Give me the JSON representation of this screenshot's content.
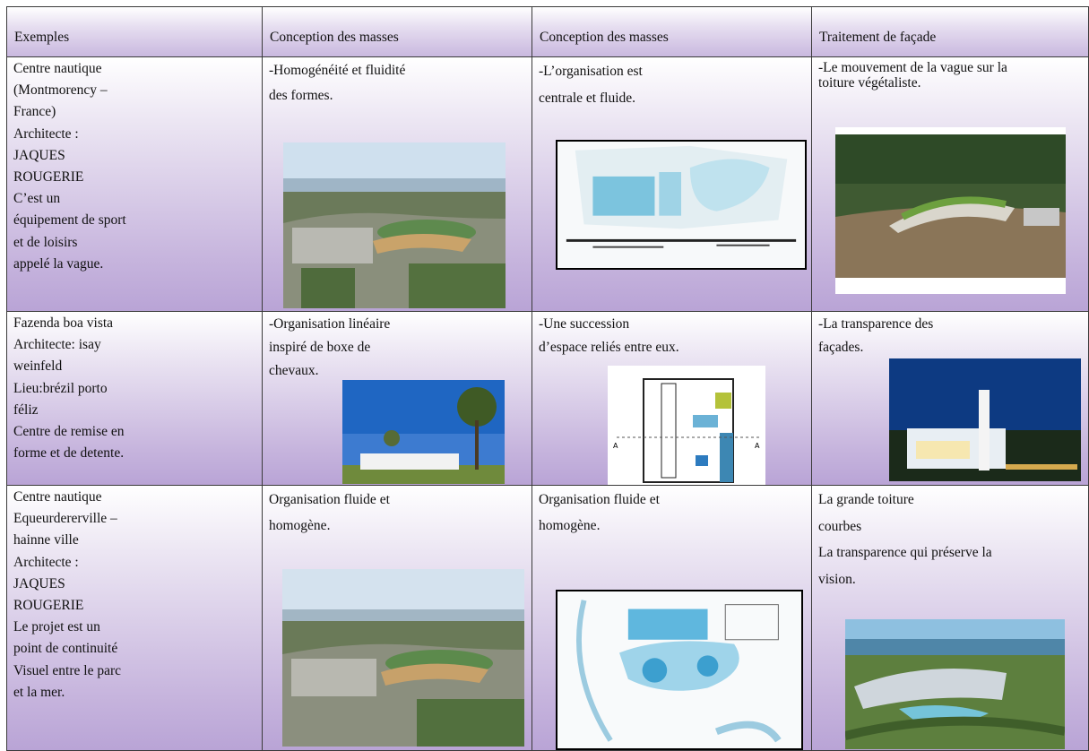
{
  "headers": [
    "Exemples",
    "Conception des masses",
    "Conception des masses",
    "Traitement de façade"
  ],
  "rows": [
    {
      "example": [
        "Centre nautique",
        "(Montmorency –",
        "France)",
        "Architecte :",
        "JAQUES",
        "ROUGERIE",
        "C’est un",
        "équipement de sport",
        "et de loisirs",
        "appelé la vague."
      ],
      "masses1": [
        "-Homogénéité et fluidité",
        "des formes."
      ],
      "masses2": [
        "-L’organisation est",
        "centrale et fluide."
      ],
      "facade": [
        "-Le mouvement de la vague sur la",
        "toiture végétaliste."
      ]
    },
    {
      "example": [
        "Fazenda boa vista",
        "Architecte: isay",
        "weinfeld",
        "Lieu:brézil porto",
        "féliz",
        "Centre de remise en",
        "forme et de detente."
      ],
      "masses1": [
        "-Organisation linéaire",
        "inspiré de boxe de",
        "chevaux."
      ],
      "masses2": [
        "-Une succession",
        "d’espace reliés entre eux."
      ],
      "facade": [
        "-La transparence des",
        "façades."
      ]
    },
    {
      "example": [
        "Centre nautique",
        "Equeurdererville –",
        "hainne ville",
        "Architecte :",
        "JAQUES",
        "ROUGERIE",
        "Le projet est un",
        "point de continuité",
        "Visuel entre le parc",
        "et la mer."
      ],
      "masses1": [
        "Organisation fluide et",
        "homogène."
      ],
      "masses2": [
        "Organisation fluide et",
        "homogène."
      ],
      "facade": [
        "La grande toiture",
        "courbes",
        "La transparence qui  préserve la",
        "vision."
      ]
    }
  ],
  "plan_labels": {
    "section_a": "A"
  }
}
